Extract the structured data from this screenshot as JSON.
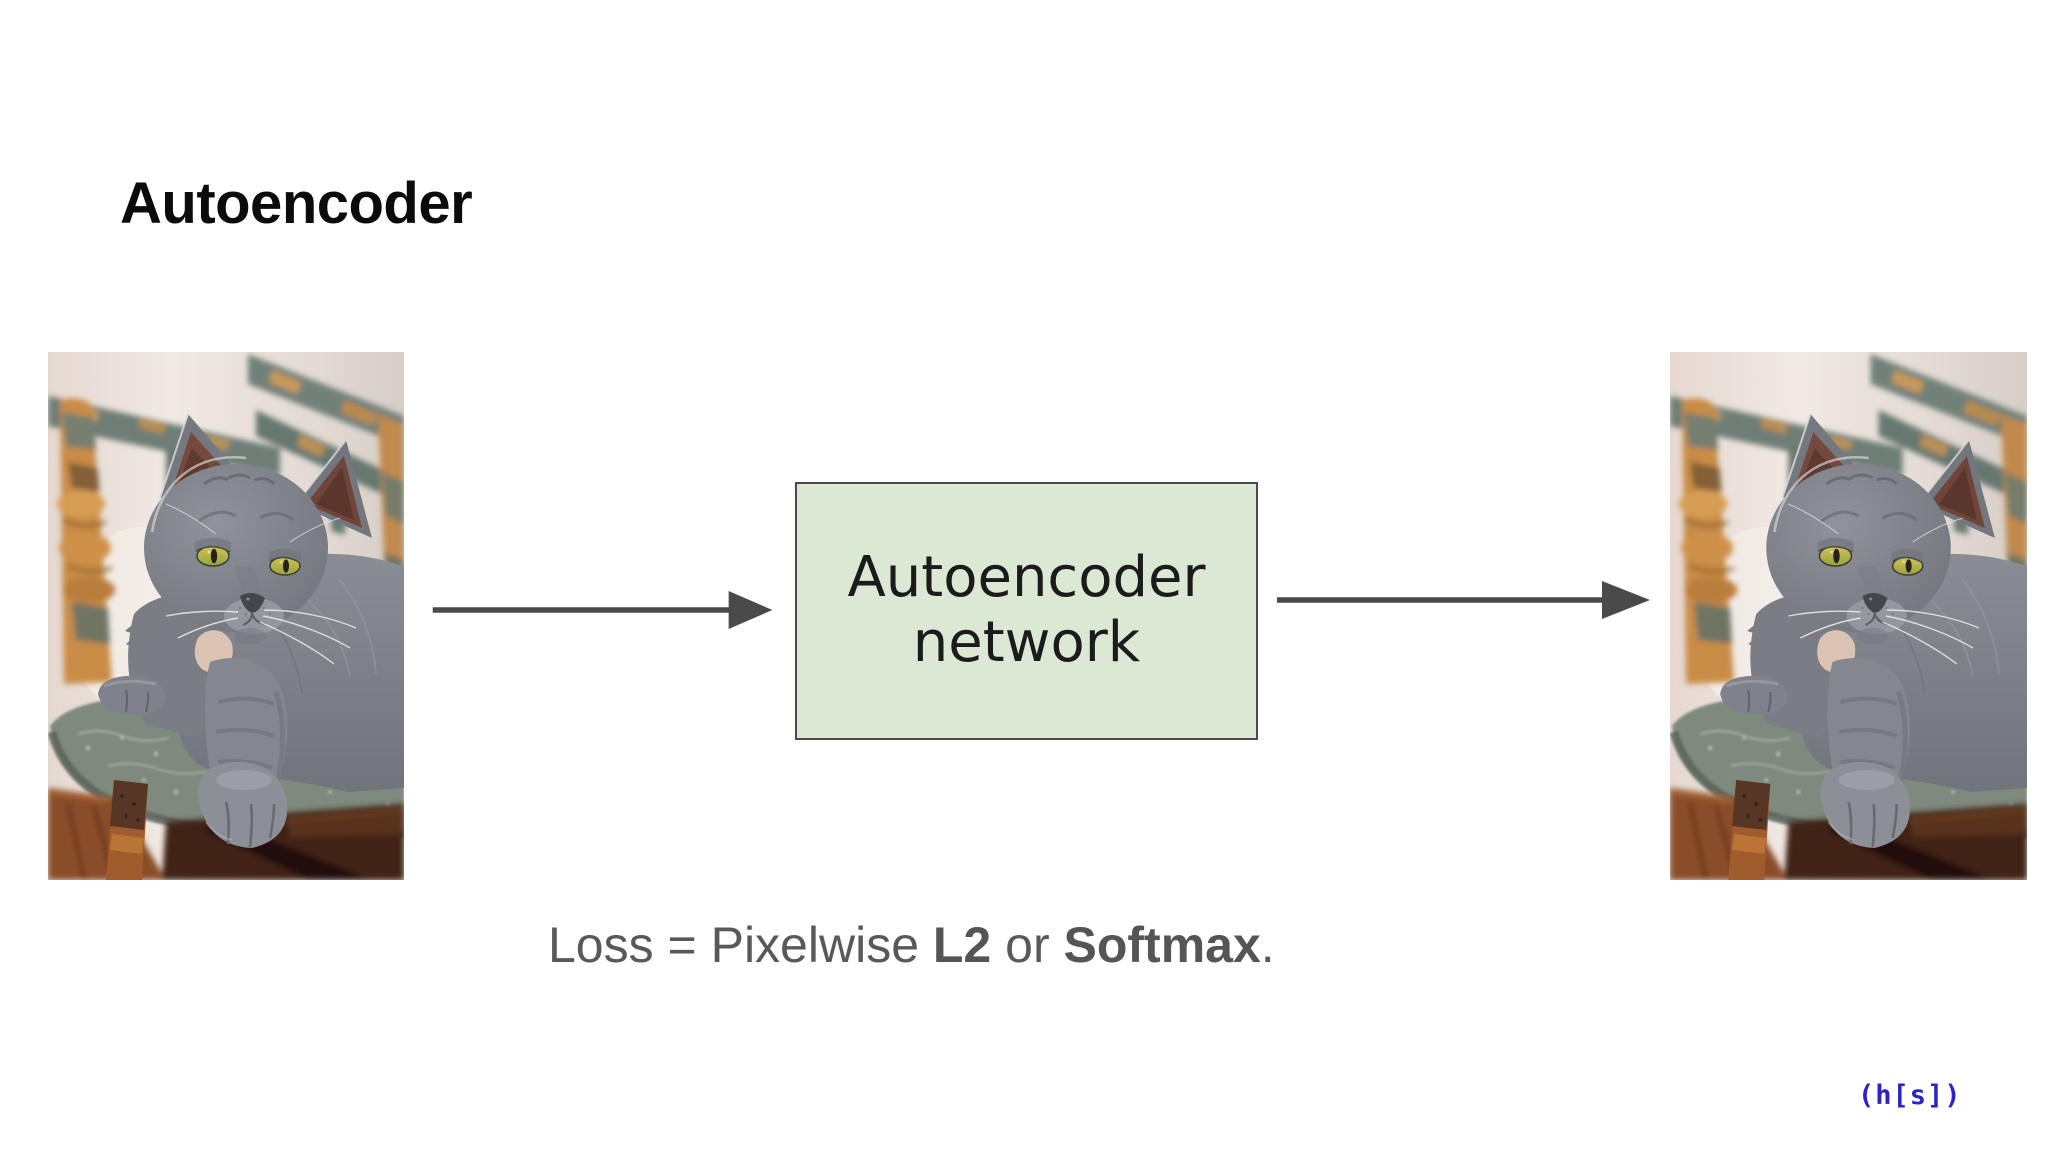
{
  "slide": {
    "title": "Autoencoder",
    "background_color": "#ffffff",
    "title_color": "#0b0b0b"
  },
  "diagram": {
    "input_image": "photo-of-gray-cat-lying-on-old-teal-chair",
    "output_image": "identical-photo-of-gray-cat-lying-on-old-teal-chair",
    "box": {
      "line1": "Autoencoder",
      "line2": "network",
      "fill_color": "#dbe8d3",
      "border_color": "#4a4a4a",
      "text_color": "#1b1b1b"
    },
    "arrow_color": "#4a4a4a"
  },
  "caption": {
    "prefix": "Loss = Pixelwise ",
    "l2": "L2",
    "middle": " or ",
    "softmax": "Softmax",
    "suffix": ".",
    "text_color": "#595959"
  },
  "footer": {
    "logo_text": "(h[s])",
    "color": "#2a22cf"
  }
}
